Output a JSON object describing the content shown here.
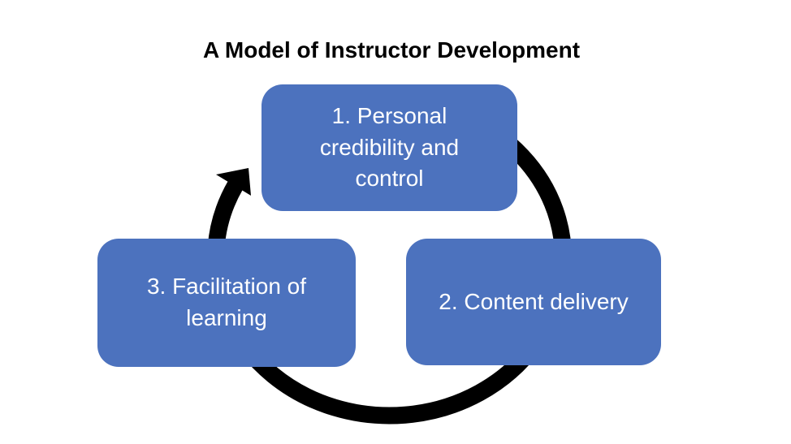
{
  "title": "A Model of Instructor Development",
  "diagram": {
    "kind": "cycle",
    "direction": "clockwise",
    "nodes": [
      {
        "id": 1,
        "label": "1. Personal\ncredibility and\ncontrol"
      },
      {
        "id": 2,
        "label": "2. Content delivery"
      },
      {
        "id": 3,
        "label": "3. Facilitation of\nlearning"
      }
    ],
    "arrow": {
      "name": "cycle-arrow",
      "points_to": "node-1"
    }
  },
  "colors": {
    "background": "#FFFFFF",
    "title_text": "#000000",
    "node_fill": "#4C72BE",
    "node_text": "#FFFFFF",
    "arrow": "#000000"
  }
}
